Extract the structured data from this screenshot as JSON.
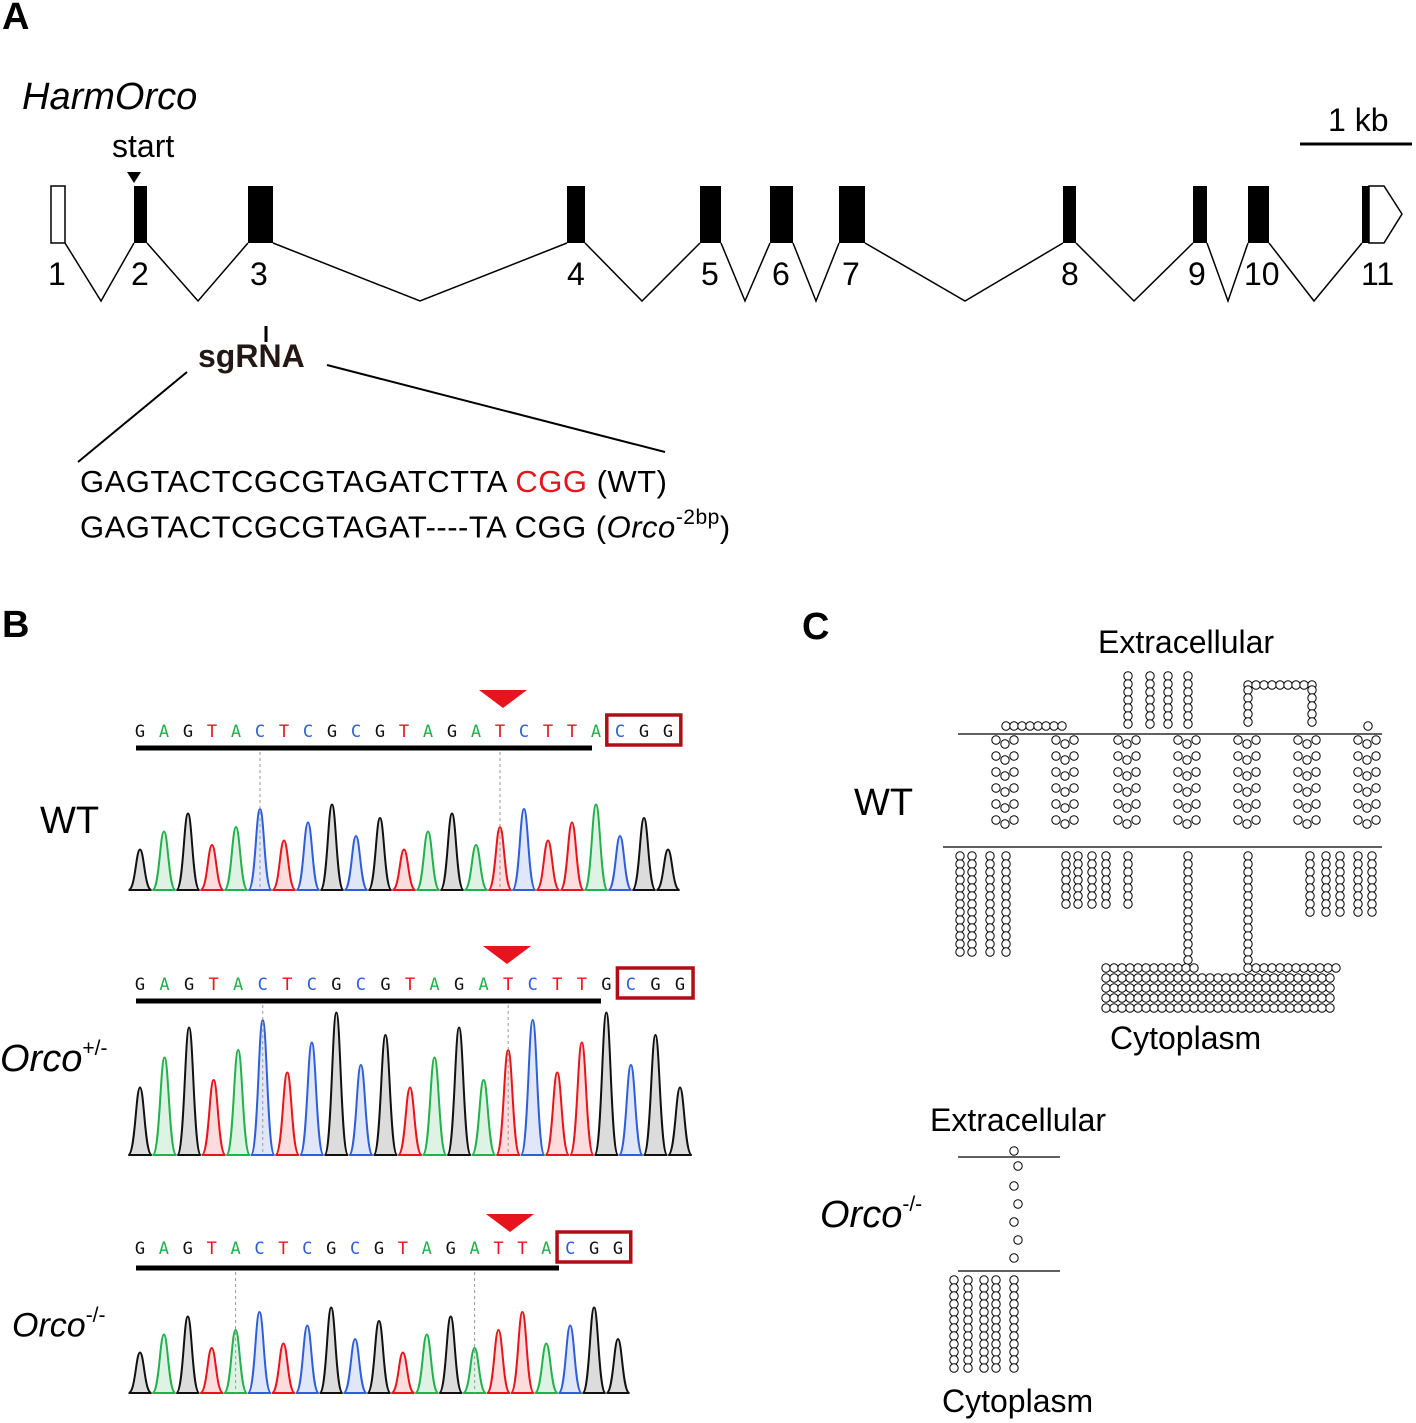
{
  "panels": {
    "a": {
      "label": "A",
      "gene": "HarmOrco",
      "scale_bar": "1 kb",
      "start_label": "start",
      "exon_numbers": [
        "1",
        "2",
        "3",
        "4",
        "5",
        "6",
        "7",
        "8",
        "9",
        "10",
        "11"
      ],
      "sgrna_label": "sgRNA",
      "wt_seq": "GAGTACTCGCGTAGATCTTA",
      "pam": "CGG",
      "wt_tag": "(WT)",
      "mut_seq": "GAGTACTCGCGTAGAT----TA CGG (",
      "mut_gene": "Orco",
      "mut_sup": "-2bp",
      "mut_close": ")"
    },
    "b": {
      "label": "B",
      "rows": [
        {
          "name": "WT",
          "italic": "",
          "sup": "",
          "seq": "GAGTACTCGCGTAGATCTTACGG"
        },
        {
          "name": "",
          "italic": "Orco",
          "sup": "+/-",
          "seq": "GAGTACTCGCGTAGATCTTGCGG"
        },
        {
          "name": "",
          "italic": "Orco",
          "sup": "-/-",
          "seq": "GAGTACTCGCGTAGATTACGG"
        }
      ]
    },
    "c": {
      "label": "C",
      "wt_label": "WT",
      "ko_gene": "Orco",
      "ko_sup": "-/-",
      "extracellular": "Extracellular",
      "cytoplasm": "Cytoplasm"
    }
  },
  "colors": {
    "A": "#22b14c",
    "C": "#2f5fd8",
    "G": "#111111",
    "T": "#e8141b",
    "box": "#b00e16",
    "arrow": "#e8141b"
  }
}
